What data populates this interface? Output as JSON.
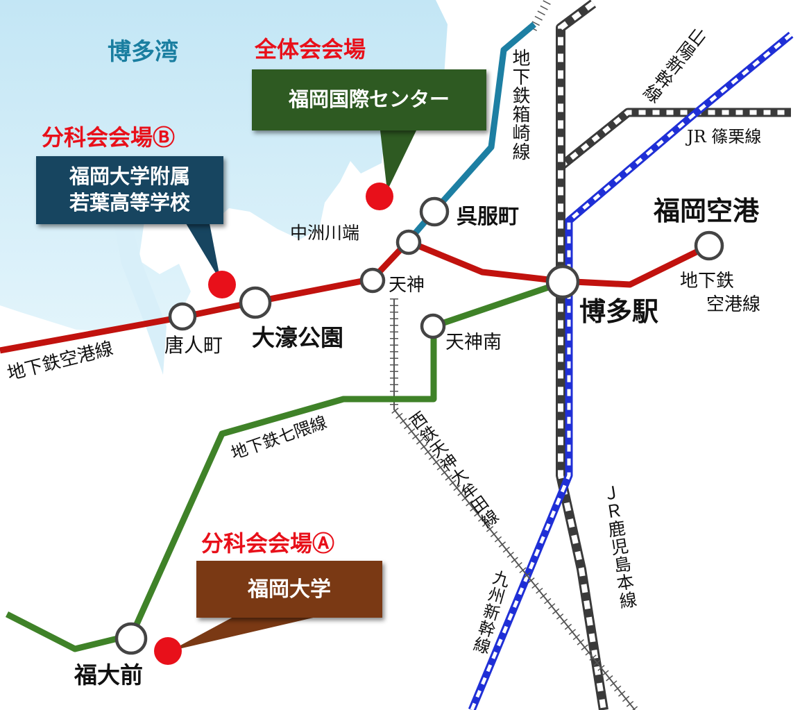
{
  "bay_label": "博多湾",
  "venues": {
    "main": {
      "heading": "全体会会場",
      "name": "福岡国際センター"
    },
    "b": {
      "heading": "分科会会場Ⓑ",
      "name_line1": "福岡大学附属",
      "name_line2": "若葉高等学校"
    },
    "a": {
      "heading": "分科会会場Ⓐ",
      "name": "福岡大学"
    }
  },
  "stations": {
    "gofukumachi": "呉服町",
    "nakasukawabata": "中洲川端",
    "tenjin": "天神",
    "hakata": "博多駅",
    "fukuoka_airport": "福岡空港",
    "tojinmachi": "唐人町",
    "ohori_koen": "大濠公園",
    "tenjin_minami": "天神南",
    "fukudaimae": "福大前"
  },
  "lines": {
    "hakozaki": "地下鉄箱崎線",
    "sanyo_shinkansen": "山陽新幹線",
    "sasaguri": "JR 篠栗線",
    "airport_line_east_1": "地下鉄",
    "airport_line_east_2": "空港線",
    "airport_line_west": "地下鉄空港線",
    "nanakuma": "地下鉄七隈線",
    "nishitetsu": "西鉄天神大牟田線",
    "kyushu_shinkansen": "九州新幹線",
    "kagoshima": "ＪＲ鹿児島本線"
  },
  "colors": {
    "sea": "#cdeaf6",
    "airport_line": "#c1120e",
    "nanakuma_line": "#3f8228",
    "hakozaki_line": "#1d7fa3",
    "shinkansen": "#1f2fd6",
    "jr_line": "#3a3a3a",
    "venue_dot": "#e8101a",
    "venue_heading": "#e8101a"
  }
}
